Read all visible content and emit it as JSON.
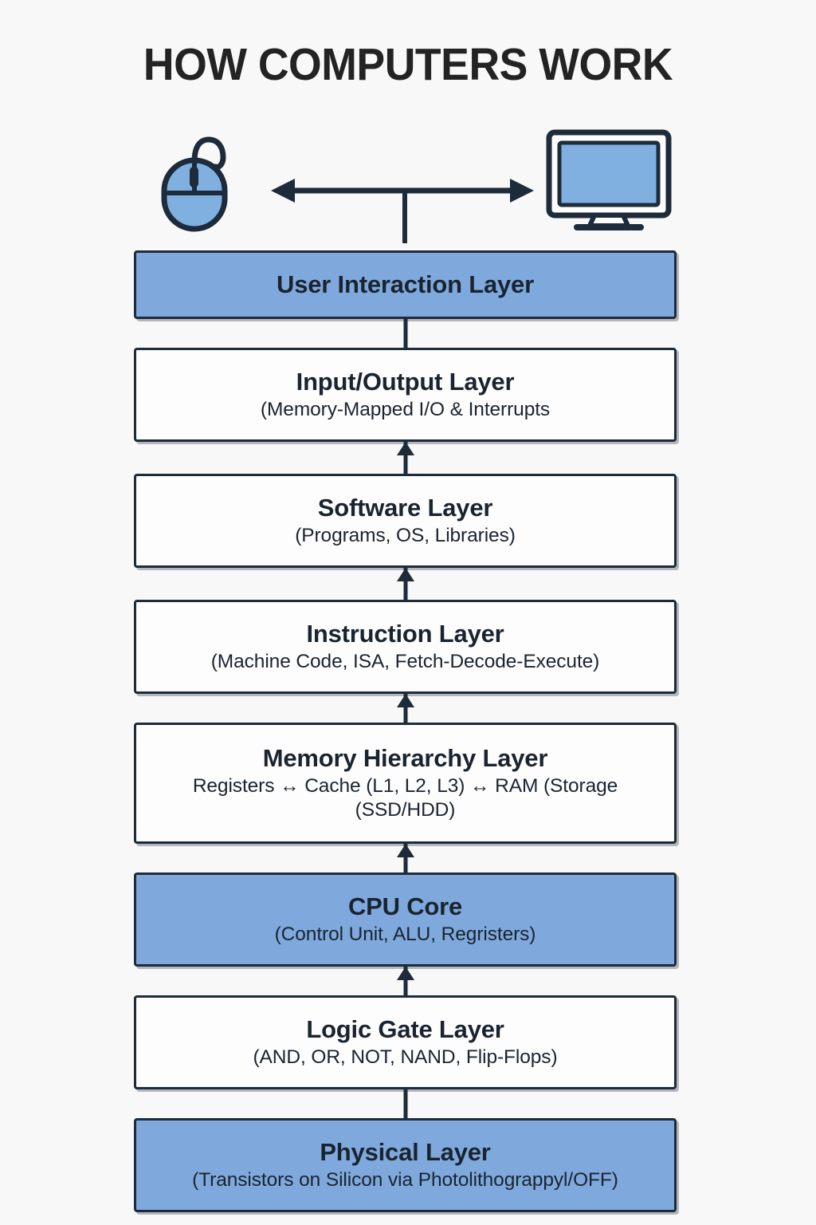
{
  "title": "HOW COMPUTERS WORK",
  "icons": {
    "input_device": "mouse-icon",
    "output_device": "monitor-icon",
    "connector": "double-headed-arrow"
  },
  "colors": {
    "accent_blue": "#7fa9dc",
    "outline_navy": "#1d2b3a",
    "box_white": "#fdfdfd",
    "page_background": "#f8f8f8",
    "title_text": "#232323"
  },
  "chart_data": {
    "type": "diagram",
    "subtype": "layered-stack",
    "direction": "bottom-up",
    "title": "HOW COMPUTERS WORK",
    "layers": [
      {
        "index": 1,
        "title": "User Interaction Layer",
        "subtitle": "",
        "fill": "blue",
        "lines": 1,
        "connector_below": "line"
      },
      {
        "index": 2,
        "title": "Input/Output Layer",
        "subtitle": "(Memory-Mapped I/O & Interrupts",
        "fill": "white",
        "lines": 2,
        "connector_below": "arrow-up"
      },
      {
        "index": 3,
        "title": "Software Layer",
        "subtitle": "(Programs, OS, Libraries)",
        "fill": "white",
        "lines": 2,
        "connector_below": "arrow-up"
      },
      {
        "index": 4,
        "title": "Instruction Layer",
        "subtitle": "(Machine Code, ISA, Fetch-Decode-Execute)",
        "fill": "white",
        "lines": 2,
        "connector_below": "arrow-up"
      },
      {
        "index": 5,
        "title": "Memory Hierarchy Layer",
        "subtitle": "Registers ↔ Cache (L1, L2, L3) ↔ RAM (Storage (SSD/HDD)",
        "fill": "white",
        "lines": 3,
        "connector_below": "arrow-up"
      },
      {
        "index": 6,
        "title": "CPU Core",
        "subtitle": "(Control Unit, ALU, Regristers)",
        "fill": "blue",
        "lines": 2,
        "connector_below": "arrow-up"
      },
      {
        "index": 7,
        "title": "Logic Gate Layer",
        "subtitle": "(AND, OR, NOT, NAND, Flip-Flops)",
        "fill": "white",
        "lines": 2,
        "connector_below": "arrow-up"
      },
      {
        "index": 8,
        "title": "Physical Layer",
        "subtitle": "(Transistors on Silicon via Photolithograppyl/OFF)",
        "fill": "blue",
        "lines": 2,
        "connector_below": "none"
      }
    ]
  }
}
